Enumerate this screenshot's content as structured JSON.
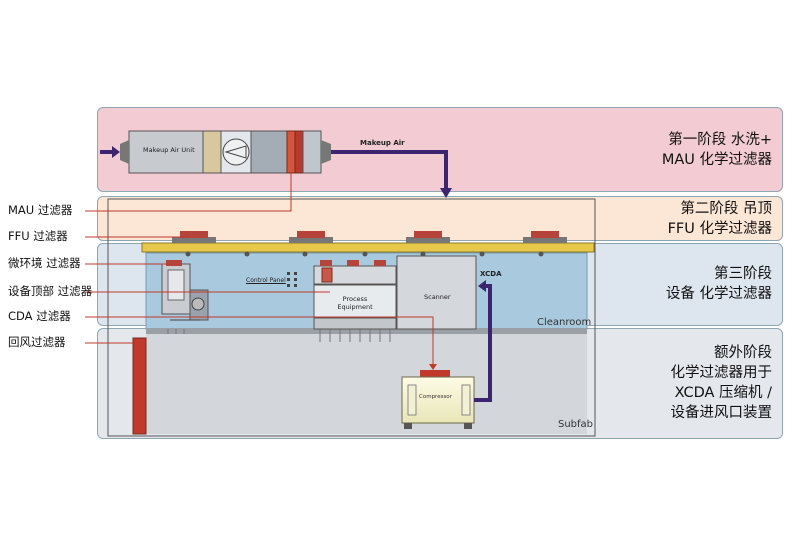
{
  "stages": [
    {
      "title": "第一阶段 水洗+\nMAU 化学过滤器"
    },
    {
      "title": "第二阶段 吊顶\nFFU 化学过滤器"
    },
    {
      "title": "第三阶段\n设备 化学过滤器"
    },
    {
      "title": "额外阶段\n化学过滤器用于\nXCDA 压缩机 /\n设备进风口装置"
    }
  ],
  "filter_labels": [
    "MAU 过滤器",
    "FFU 过滤器",
    "微环境 过滤器",
    "设备顶部 过滤器",
    "CDA 过滤器",
    "回风过滤器"
  ],
  "equipment": {
    "makeup_air_unit": "Makeup Air Unit",
    "makeup_air": "Makeup Air",
    "control_panel": "Control Panel",
    "process_equipment": "Process\nEquipment",
    "scanner": "Scanner",
    "xcda": "XCDA",
    "cleanroom": "Cleanroom",
    "compressor": "Compressor",
    "subfab": "Subfab"
  },
  "colors": {
    "filter_red": "#c0392b",
    "duct_purple": "#3c2470",
    "cleanroom_blue": "#a9c9de",
    "ceiling_yellow": "#e8c84a"
  }
}
